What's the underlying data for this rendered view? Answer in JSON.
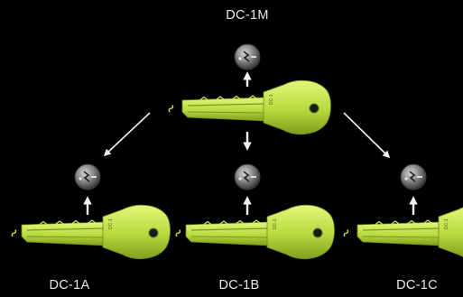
{
  "labels": {
    "master": "DC-1M",
    "a": "DC-1A",
    "b": "DC-1B",
    "c": "DC-1C"
  },
  "colors": {
    "background": "#000000",
    "key_fill": "#bfe24a",
    "key_shadow": "#7c9a1c",
    "arrow": "#f2f2f2",
    "cylinder": "#8a8a8a",
    "text": "#e9e9e9"
  }
}
